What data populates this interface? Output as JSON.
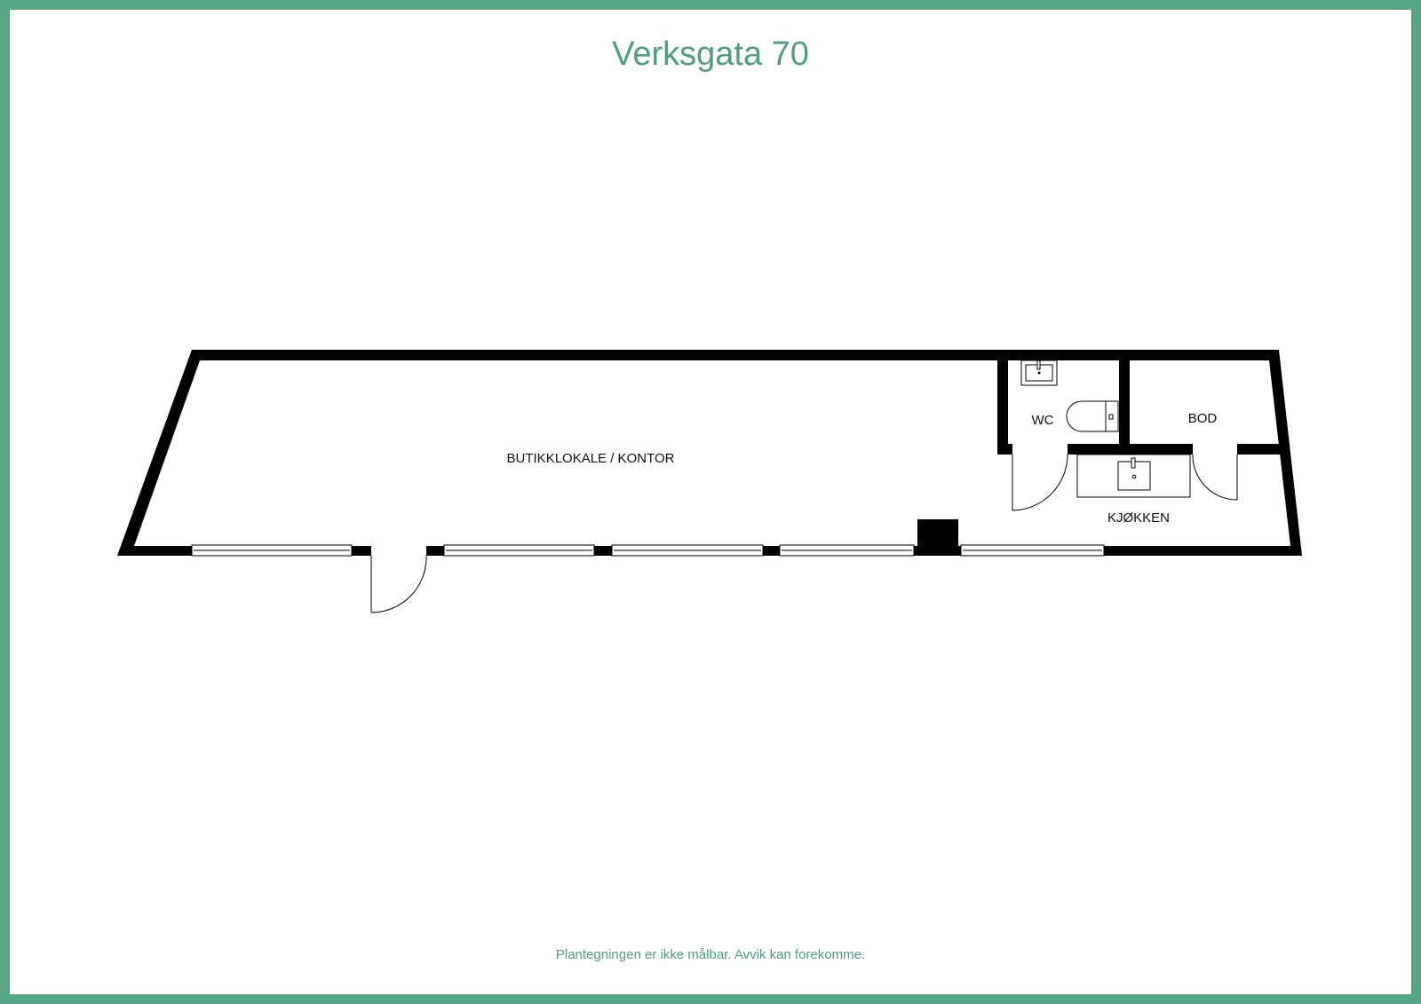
{
  "header": {
    "title": "Verksgata 70"
  },
  "rooms": {
    "main": "BUTIKKLOKALE / KONTOR",
    "wc": "WC",
    "storage": "BOD",
    "kitchen": "KJØKKEN"
  },
  "footer": {
    "disclaimer": "Plantegningen er ikke målbar. Avvik kan forekomme."
  },
  "colors": {
    "frame": "#55a584",
    "text_accent": "#4e9f7f",
    "wall": "#000000"
  }
}
